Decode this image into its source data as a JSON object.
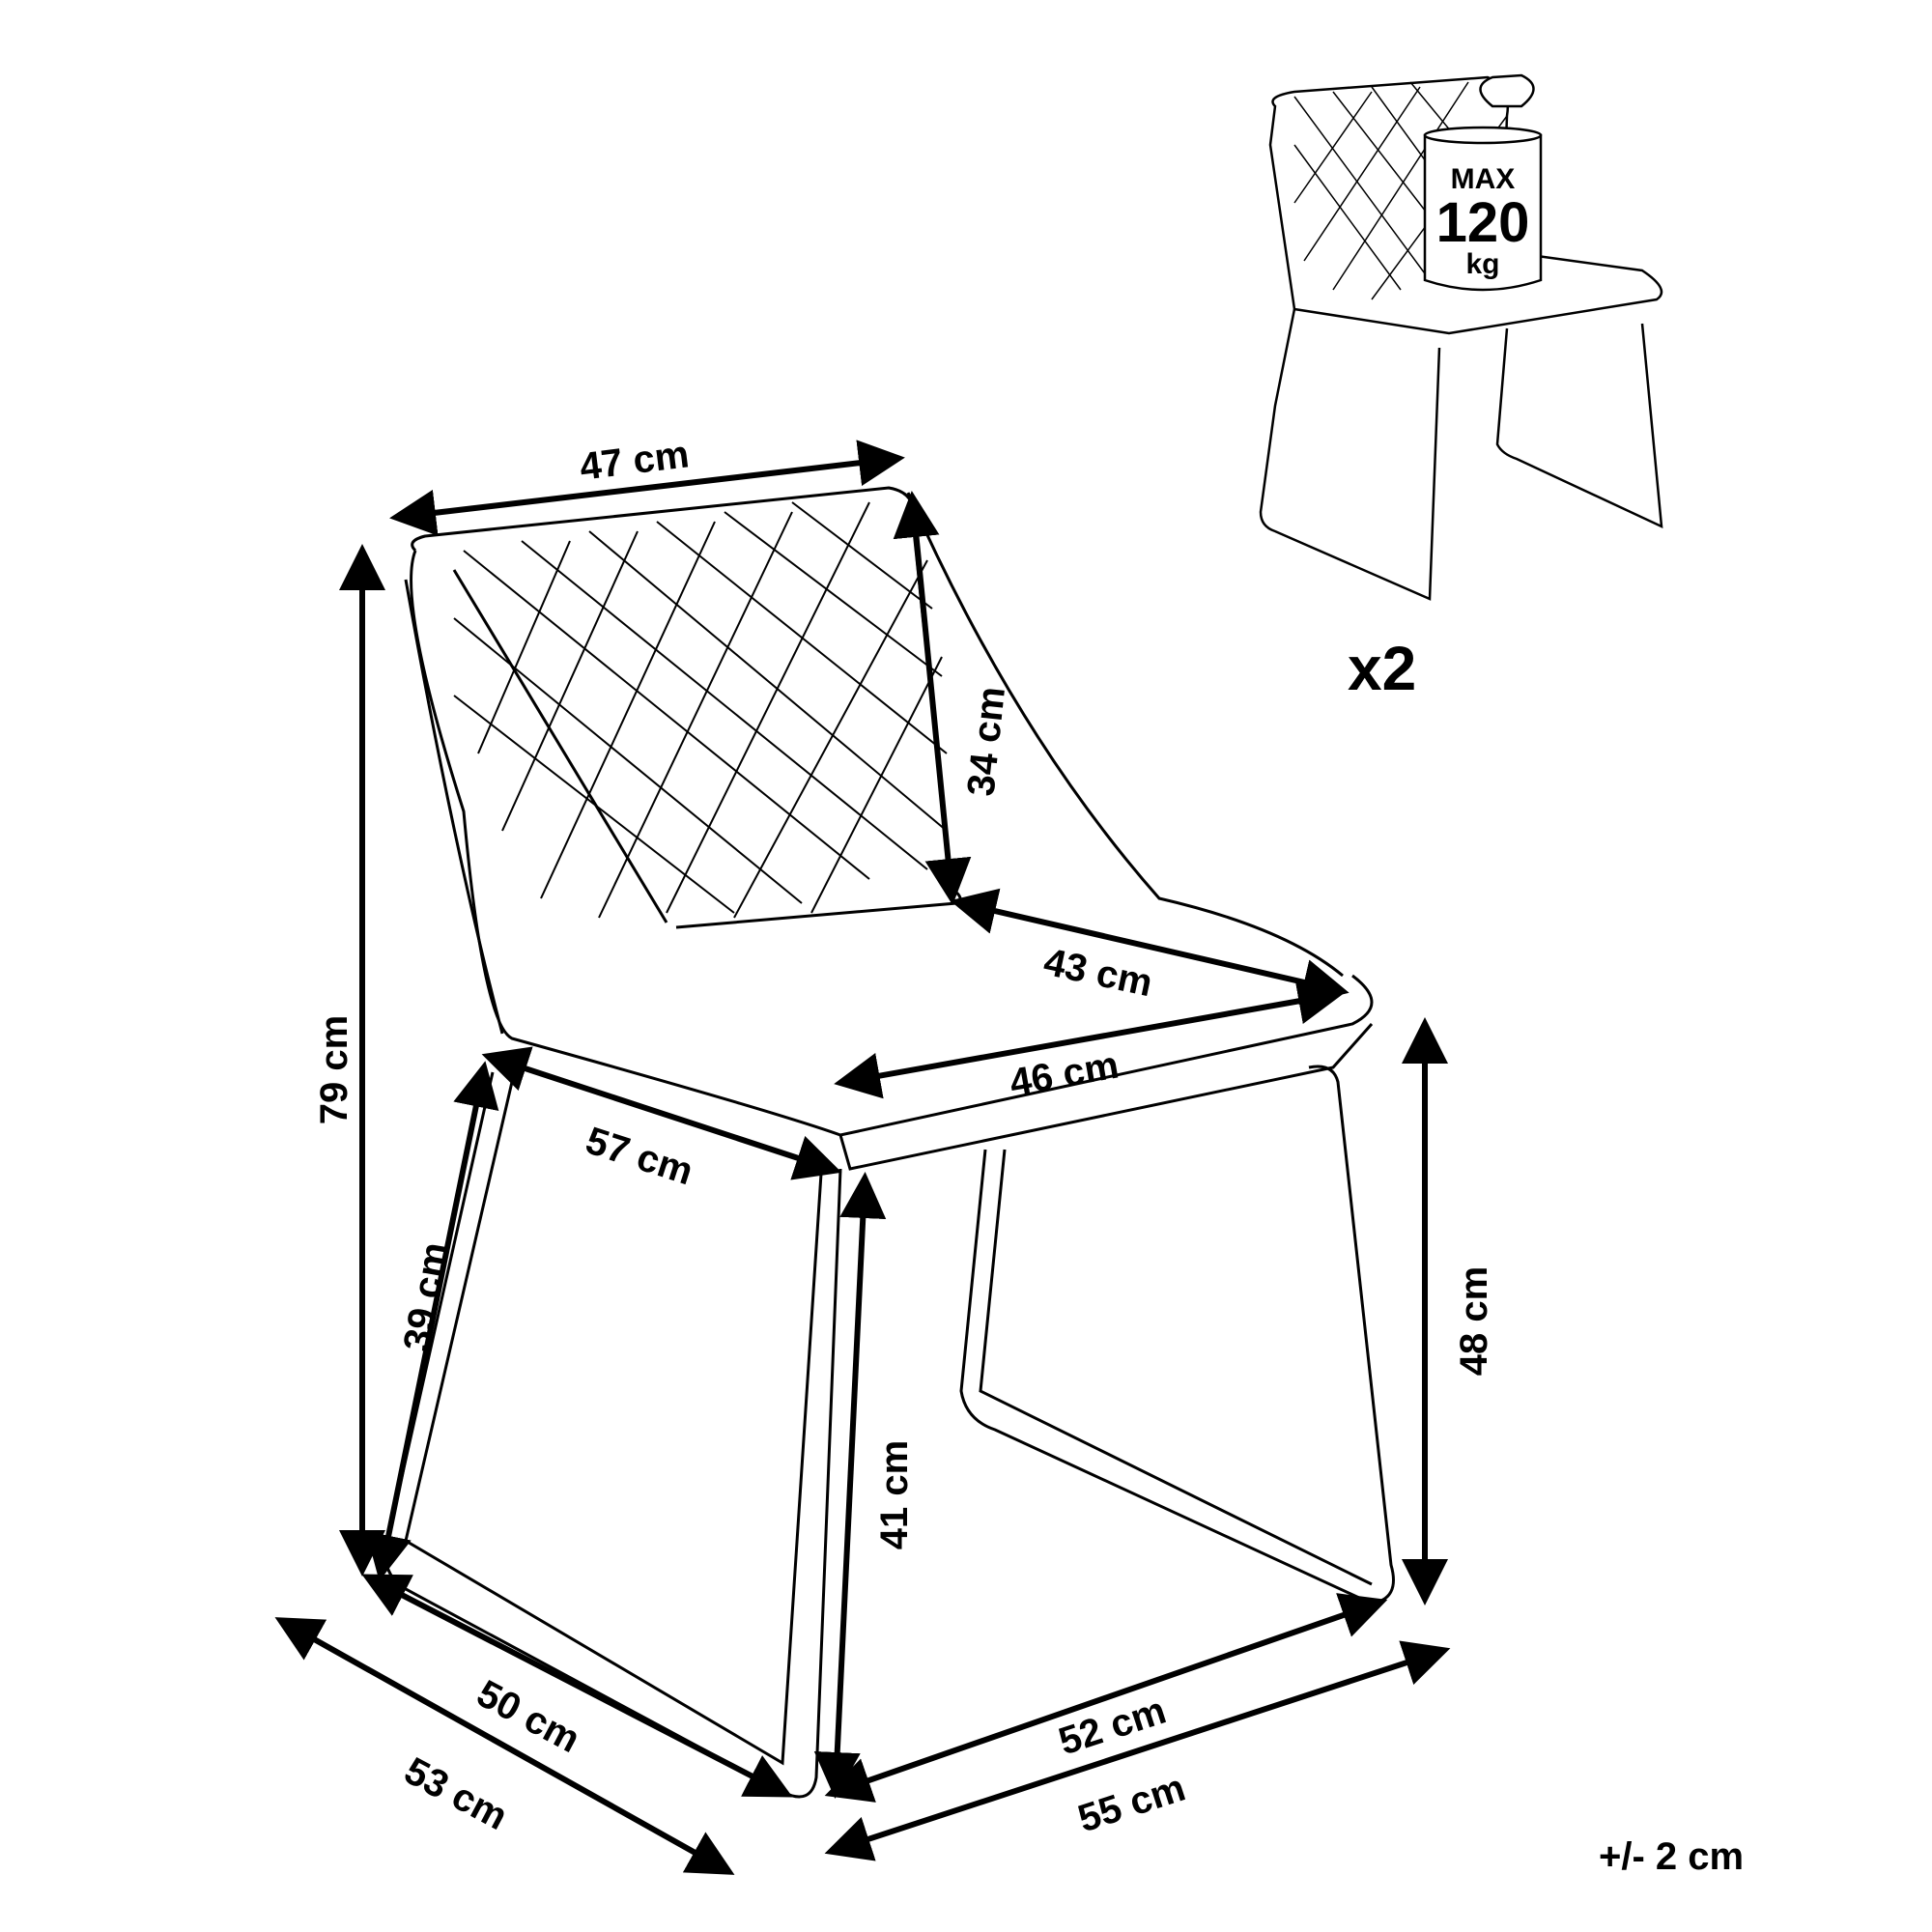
{
  "dimensions": {
    "back_width": "47 cm",
    "back_height": "34 cm",
    "seat_depth": "43 cm",
    "seat_width": "46 cm",
    "arm_depth": "57 cm",
    "total_height": "79 cm",
    "front_leg_height": "39 cm",
    "seat_height": "48 cm",
    "side_leg_height": "41 cm",
    "base_depth_inner": "50 cm",
    "base_depth_outer": "53 cm",
    "base_width_inner": "52 cm",
    "base_width_outer": "55 cm"
  },
  "badge": {
    "line1": "MAX",
    "line2": "120",
    "line3": "kg"
  },
  "quantity": "x2",
  "tolerance": "+/- 2 cm"
}
